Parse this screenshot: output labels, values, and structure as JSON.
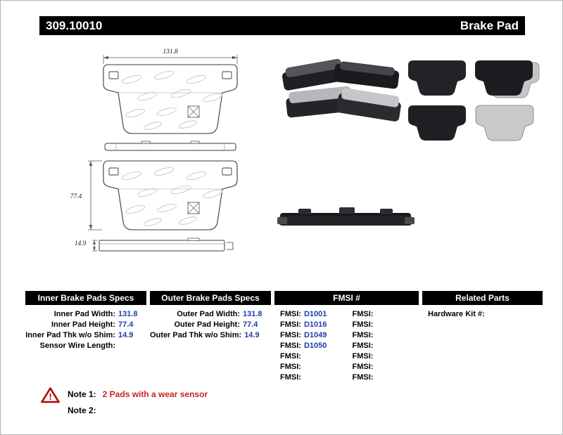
{
  "header": {
    "part_number": "309.10010",
    "title": "Brake Pad"
  },
  "diagram": {
    "width_label": "131.8",
    "height_label": "77.4",
    "thickness_label": "14.9"
  },
  "table": {
    "inner": {
      "header": "Inner Brake Pads Specs",
      "rows": [
        {
          "label": "Inner Pad Width:",
          "value": "131.8"
        },
        {
          "label": "Inner Pad Height:",
          "value": "77.4"
        },
        {
          "label": "Inner Pad Thk w/o Shim:",
          "value": "14.9"
        },
        {
          "label": "Sensor Wire Length:",
          "value": ""
        }
      ]
    },
    "outer": {
      "header": "Outer Brake Pads Specs",
      "rows": [
        {
          "label": "Outer Pad Width:",
          "value": "131.8"
        },
        {
          "label": "Outer Pad Height:",
          "value": "77.4"
        },
        {
          "label": "Outer Pad Thk w/o Shim:",
          "value": "14.9"
        }
      ]
    },
    "fmsi": {
      "header": "FMSI #",
      "left_rows": [
        {
          "label": "FMSI:",
          "value": "D1001"
        },
        {
          "label": "FMSI:",
          "value": "D1016"
        },
        {
          "label": "FMSI:",
          "value": "D1049"
        },
        {
          "label": "FMSI:",
          "value": "D1050"
        },
        {
          "label": "FMSI:",
          "value": ""
        },
        {
          "label": "FMSI:",
          "value": ""
        },
        {
          "label": "FMSI:",
          "value": ""
        }
      ],
      "right_rows": [
        {
          "label": "FMSI:",
          "value": ""
        },
        {
          "label": "FMSI:",
          "value": ""
        },
        {
          "label": "FMSI:",
          "value": ""
        },
        {
          "label": "FMSI:",
          "value": ""
        },
        {
          "label": "FMSI:",
          "value": ""
        },
        {
          "label": "FMSI:",
          "value": ""
        },
        {
          "label": "FMSI:",
          "value": ""
        }
      ]
    },
    "related": {
      "header": "Related Parts",
      "rows": [
        {
          "label": "Hardware Kit #:",
          "value": ""
        }
      ]
    }
  },
  "notes": {
    "warning_glyph": "!",
    "note1_label": "Note 1:",
    "note1_text": "2 Pads with a wear sensor",
    "note2_label": "Note 2:",
    "note2_text": ""
  },
  "colors": {
    "header_bar_bg": "#000000",
    "value_text": "#1d3ea8",
    "note_text": "#cc2222",
    "warning": "#b20000"
  }
}
